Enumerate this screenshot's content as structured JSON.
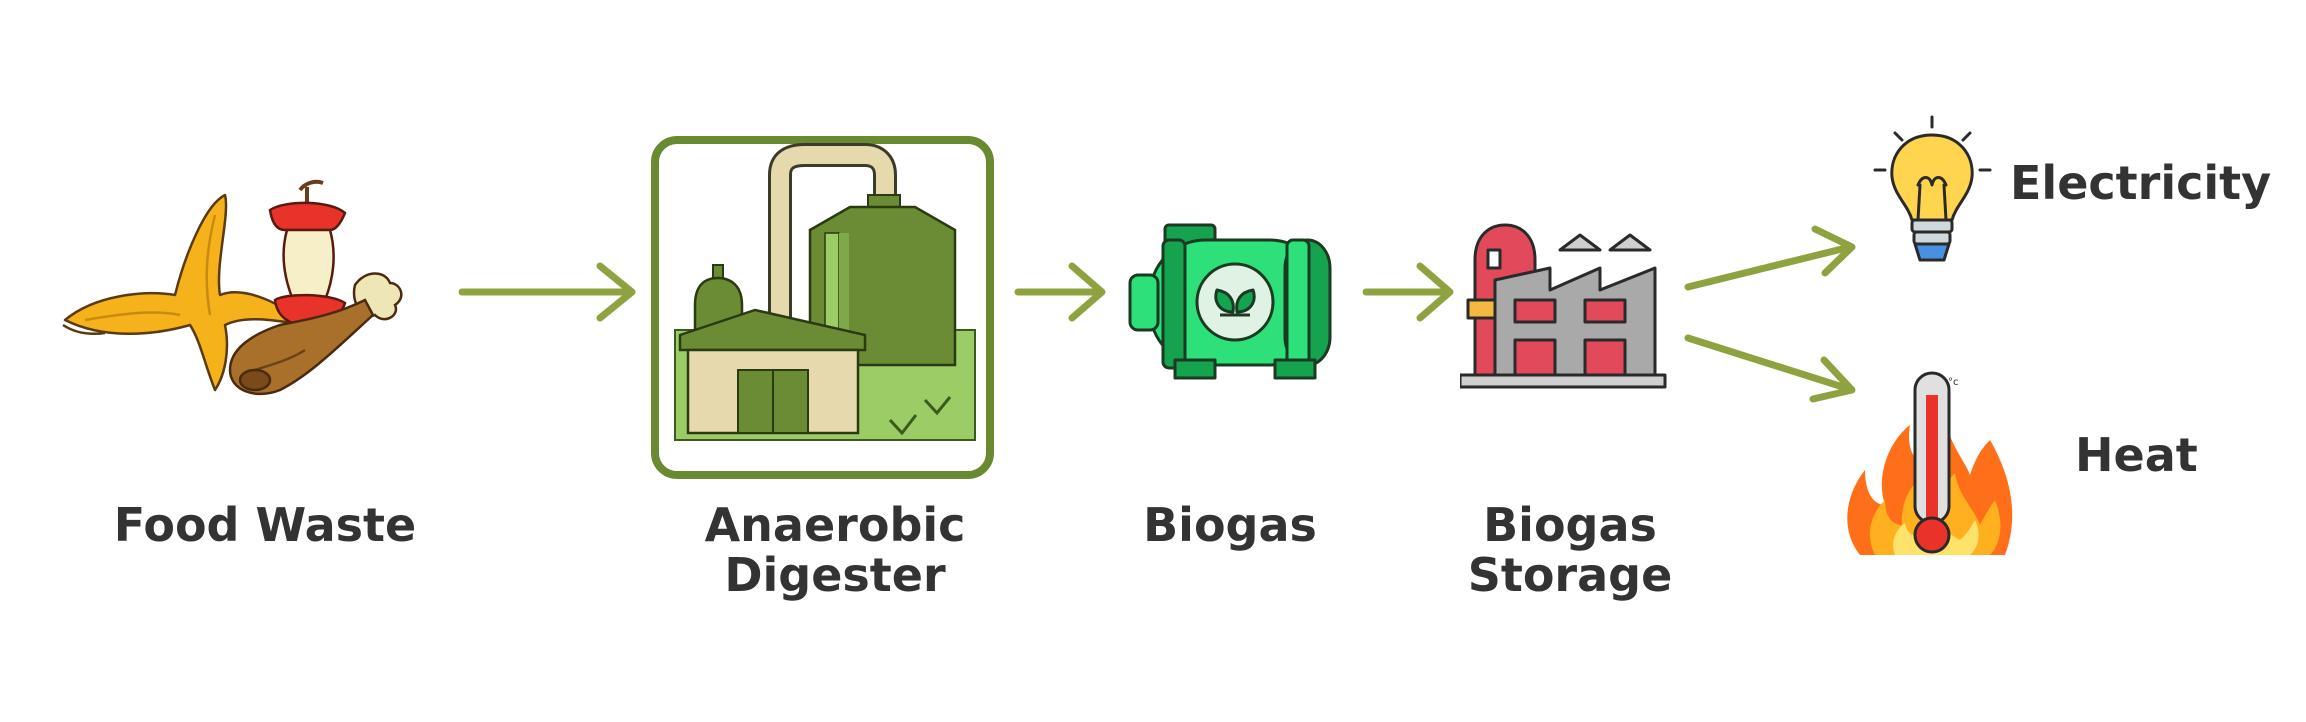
{
  "diagram": {
    "colors": {
      "arrow": "#8ea33f",
      "label_text": "#333333",
      "digester_frame": "#6a8a32",
      "digester_green_dark": "#6b8c35",
      "digester_green_light": "#9ccc65",
      "digester_beige": "#e6d9ae",
      "tank_green": "#2ee07a",
      "tank_green_dark": "#15a34f",
      "storage_red": "#e24a5c",
      "storage_grey": "#a9a9a9",
      "bulb_yellow": "#ffd54f",
      "flame_orange": "#ff6f1a"
    },
    "stages": [
      {
        "id": "food-waste",
        "label_lines": [
          "Food Waste"
        ],
        "icon": "food-waste-icon"
      },
      {
        "id": "anaerobic-digester",
        "label_lines": [
          "Anaerobic",
          "Digester"
        ],
        "icon": "anaerobic-digester-icon"
      },
      {
        "id": "biogas",
        "label_lines": [
          "Biogas"
        ],
        "icon": "biogas-tank-icon"
      },
      {
        "id": "biogas-storage",
        "label_lines": [
          "Biogas",
          "Storage"
        ],
        "icon": "biogas-storage-icon"
      }
    ],
    "outputs": [
      {
        "id": "electricity",
        "label": "Electricity",
        "icon": "light-bulb-icon"
      },
      {
        "id": "heat",
        "label": "Heat",
        "icon": "thermometer-fire-icon"
      }
    ],
    "thermometer_unit": "°c"
  }
}
